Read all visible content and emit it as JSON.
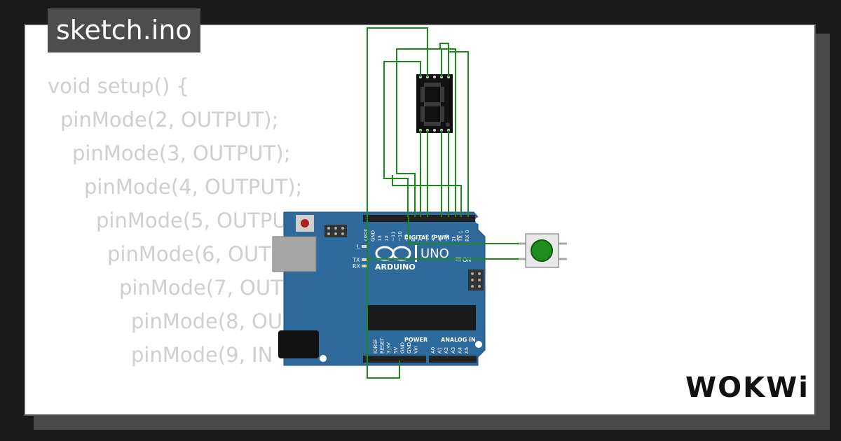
{
  "file_tab": {
    "label": "sketch.ino"
  },
  "code": {
    "lines": [
      "void setup() {",
      "pinMode(2, OUTPUT);",
      "pinMode(3, OUTPUT);",
      "pinMode(4, OUTPUT);",
      "pinMode(5, OUTPUT",
      "pinMode(6, OUT",
      "pinMode(7, OUT",
      "pinMode(8, OU",
      "pinMode(9, IN"
    ]
  },
  "board": {
    "brand": "ARDUINO",
    "model": "UNO",
    "digital_label": "DIGITAL (PWM ~)",
    "power_label": "POWER",
    "analog_label": "ANALOG IN",
    "on_label": "ON",
    "l_label": "L",
    "tx_label": "TX",
    "rx_label": "RX",
    "top_pins": [
      "AREF",
      "GND",
      "13",
      "12",
      "~11",
      "~10",
      "~9",
      "8",
      "7",
      "~6",
      "~5",
      "4",
      "~3",
      "2",
      "TX 1",
      "RX 0"
    ],
    "power_pins": [
      "IOREF",
      "RESET",
      "3.3V",
      "5V",
      "GND",
      "GND",
      "Vin"
    ],
    "analog_pins": [
      "A0",
      "A1",
      "A2",
      "A3",
      "A4",
      "A5"
    ]
  },
  "brand": {
    "logo": "WOKWi"
  },
  "colors": {
    "wire": "#1a8a1a",
    "board": "#2e6a9c",
    "button": "#1e8c1e",
    "code_text": "#cfcfcf"
  }
}
